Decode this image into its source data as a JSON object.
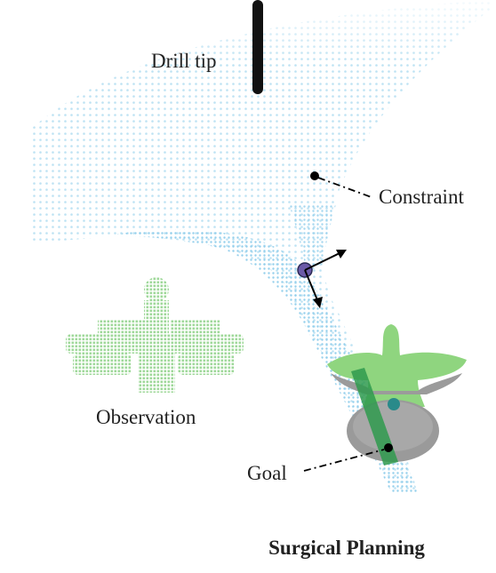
{
  "labels": {
    "drill_tip": "Drill tip",
    "constraint": "Constraint",
    "observation": "Observation",
    "goal": "Goal"
  },
  "caption": "Surgical Planning",
  "colors": {
    "funnel": "#9fd4ef",
    "funnel_dense": "#5bb8e4",
    "observation": "#9fd89a",
    "vertebra": "#8e8e8e",
    "vertebra_top": "#8fd57f",
    "drill_path": "#2f9a4e",
    "drill": "#111111",
    "pose_marker": "#6b5aa8",
    "target_marker": "#2a8a8a"
  }
}
